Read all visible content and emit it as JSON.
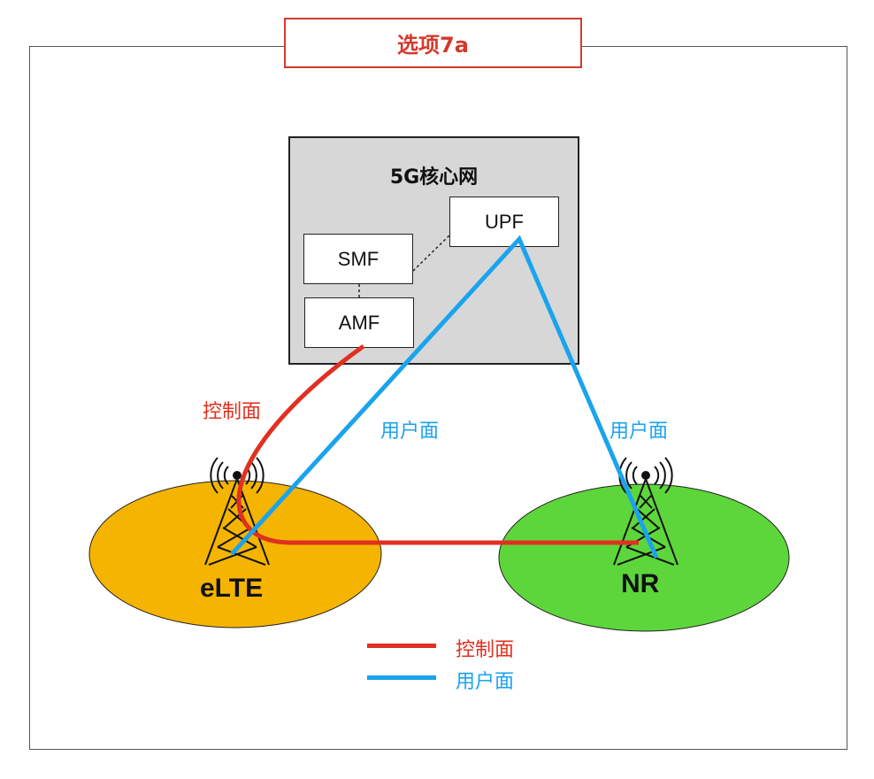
{
  "title": "选项7a",
  "core": {
    "title": "5G核心网",
    "upf": "UPF",
    "smf": "SMF",
    "amf": "AMF"
  },
  "labels": {
    "control_plane": "控制面",
    "user_plane_left": "用户面",
    "user_plane_right": "用户面"
  },
  "cells": {
    "elte": "eLTE",
    "nr": "NR"
  },
  "legend": {
    "control_plane": "控制面",
    "user_plane": "用户面"
  },
  "colors": {
    "control_plane": "#e03020",
    "user_plane": "#1aa3ee",
    "elte_cell": "#f5b400",
    "nr_cell": "#5dd63c",
    "title_border": "#d33a2c"
  }
}
